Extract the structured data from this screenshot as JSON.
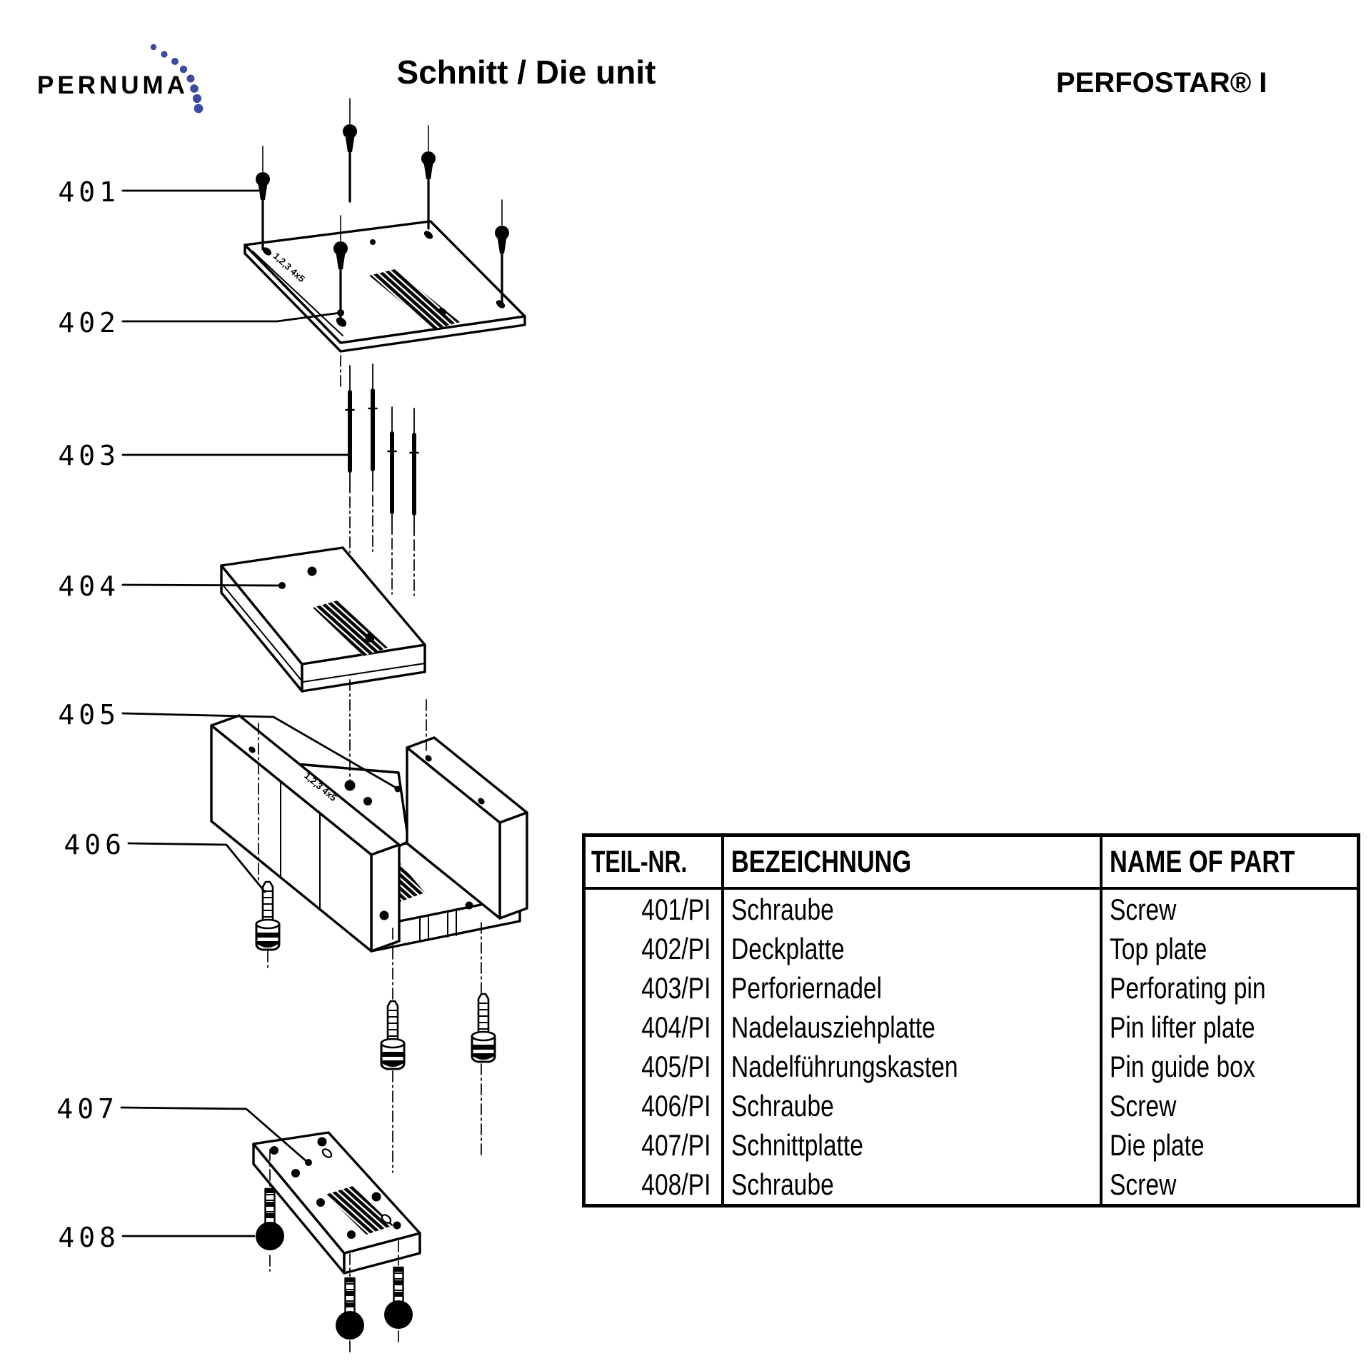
{
  "header": {
    "logo_text": "PERNUMA",
    "title": "Schnitt / Die unit",
    "product": "PERFOSTAR® I",
    "logo_dot_color": "#3b4c9e"
  },
  "diagram": {
    "labels": [
      {
        "text": "401"
      },
      {
        "text": "402"
      },
      {
        "text": "403"
      },
      {
        "text": "404"
      },
      {
        "text": "405"
      },
      {
        "text": "406"
      },
      {
        "text": "407"
      },
      {
        "text": "408"
      }
    ],
    "markings": {
      "top_plate": "1,2,3 4x5",
      "guide_box": "1,2,3 4x5"
    }
  },
  "table": {
    "headers": {
      "teil_nr": "TEIL-NR.",
      "bezeichnung": "BEZEICHNUNG",
      "name_of_part": "NAME OF PART"
    },
    "rows": [
      {
        "teil_nr": "401/PI",
        "bezeichnung": "Schraube",
        "name_of_part": "Screw"
      },
      {
        "teil_nr": "402/PI",
        "bezeichnung": "Deckplatte",
        "name_of_part": "Top plate"
      },
      {
        "teil_nr": "403/PI",
        "bezeichnung": "Perforiernadel",
        "name_of_part": "Perforating pin"
      },
      {
        "teil_nr": "404/PI",
        "bezeichnung": "Nadelausziehplatte",
        "name_of_part": "Pin lifter plate"
      },
      {
        "teil_nr": "405/PI",
        "bezeichnung": "Nadelführungskasten",
        "name_of_part": "Pin guide box"
      },
      {
        "teil_nr": "406/PI",
        "bezeichnung": "Schraube",
        "name_of_part": "Screw"
      },
      {
        "teil_nr": "407/PI",
        "bezeichnung": "Schnittplatte",
        "name_of_part": "Die plate"
      },
      {
        "teil_nr": "408/PI",
        "bezeichnung": "Schraube",
        "name_of_part": "Screw"
      }
    ]
  }
}
